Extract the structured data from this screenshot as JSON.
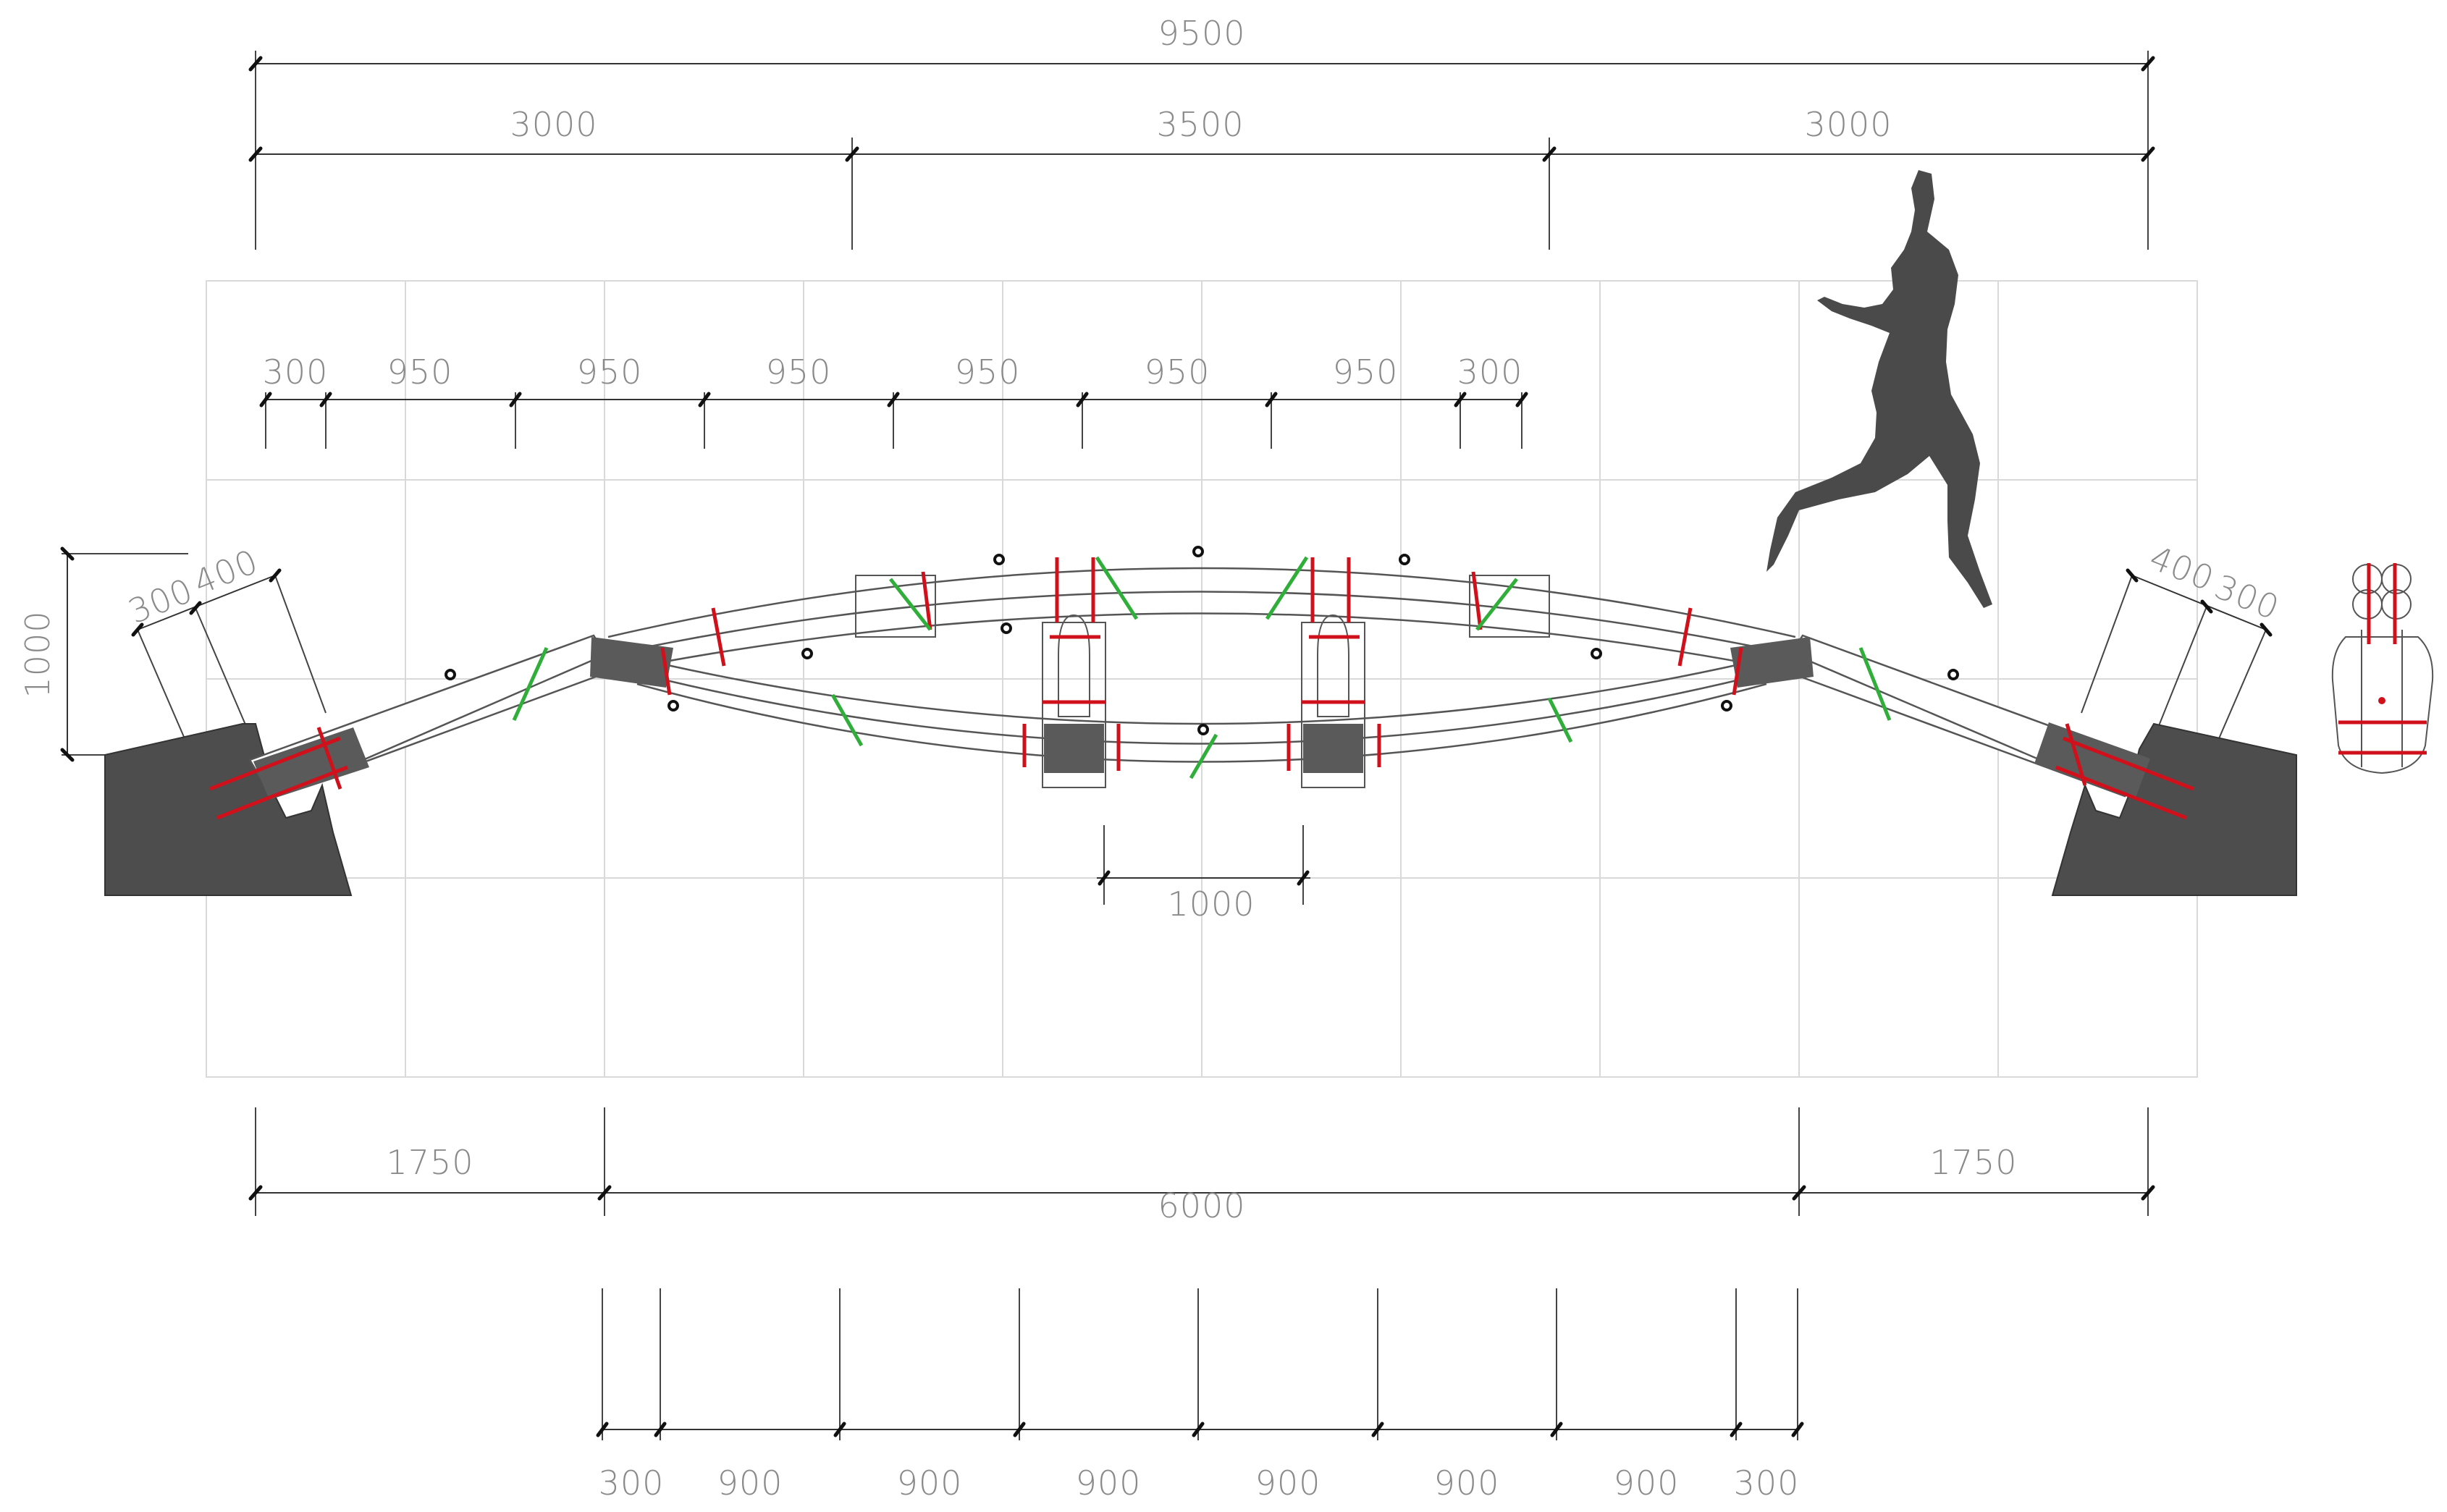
{
  "dimensions": {
    "top_total": "9500",
    "top_segments": [
      "3000",
      "3500",
      "3000"
    ],
    "upper_spacing": [
      "300",
      "950",
      "950",
      "950",
      "950",
      "950",
      "950",
      "300"
    ],
    "height": "1000",
    "left_anchor": [
      "300",
      "400"
    ],
    "right_anchor": [
      "400",
      "300"
    ],
    "center_gap": "1000",
    "bottom_spans": [
      "1750",
      "6000",
      "1750"
    ],
    "bottom_spacing": [
      "300",
      "900",
      "900",
      "900",
      "900",
      "900",
      "900",
      "300"
    ]
  },
  "colors": {
    "red_connector": "#d0101a",
    "green_brace": "#2fae3a",
    "concrete": "#4d4d4d",
    "grid": "#d9d9d9"
  },
  "figure": "jumping-person-silhouette"
}
